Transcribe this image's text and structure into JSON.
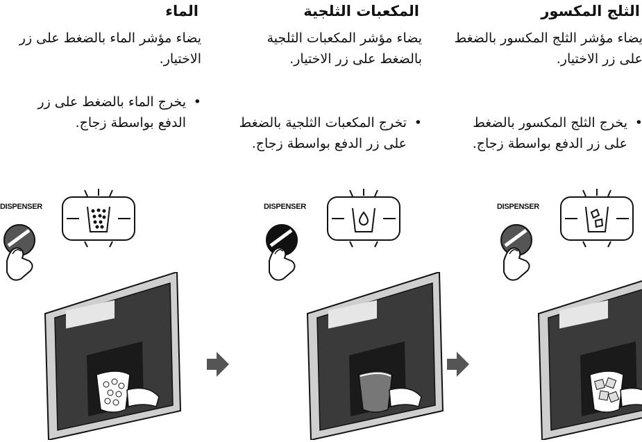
{
  "columns": [
    {
      "title": "الماء",
      "description": "يضاء مؤشر الماء بالضغط على زر الاختيار.",
      "bullet": "يخرج الماء بالضغط على زر الدفع بواسطة زجاج.",
      "dispenser_label": "DISPENSER",
      "indicator_icon": "crushed-ice-icon",
      "cup_content": "crushed-ice"
    },
    {
      "title": "المكعبات الثلجية",
      "description": "يضاء مؤشر المكعبات الثلجية بالضغط على زر الاختيار.",
      "bullet": "تخرج المكعبات الثلجية بالضغط على زر الدفع بواسطة زجاج.",
      "dispenser_label": "DISPENSER",
      "indicator_icon": "water-drop-icon",
      "cup_content": "water"
    },
    {
      "title": "الثلج المكسور",
      "description": "يضاء مؤشر الثلج المكسور بالضغط على زر الاختيار.",
      "bullet": "يخرج الثلج المكسور بالضغط على زر الدفع بواسطة زجاج.",
      "dispenser_label": "DISPENSER",
      "indicator_icon": "ice-cubes-icon",
      "cup_content": "ice-cubes"
    }
  ],
  "bullet_symbol": "•",
  "colors": {
    "ink": "#111111",
    "panel": "#3a3a3a",
    "shade": "#d8d8d8"
  }
}
